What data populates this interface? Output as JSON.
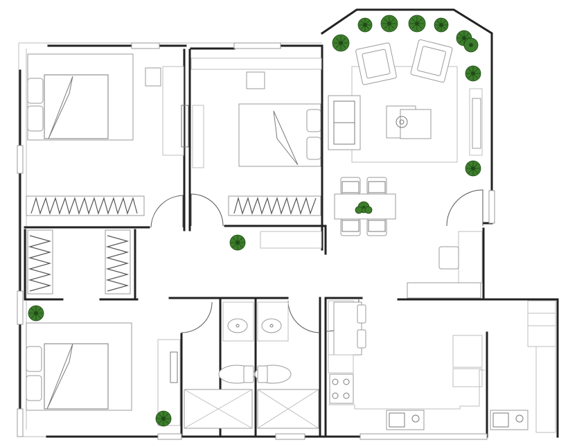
{
  "plan": {
    "colors": {
      "wall": "#222222",
      "furniture_line": "#9a9a9a",
      "plant_fill": "#3d7d2c",
      "plant_stroke": "#1e4a15",
      "background": "#ffffff"
    },
    "rooms": [
      {
        "name": "bedroom-top-left",
        "contents": [
          "double-bed",
          "desk",
          "chair"
        ]
      },
      {
        "name": "bedroom-top-middle",
        "contents": [
          "double-bed",
          "desk",
          "chair",
          "wardrobe"
        ]
      },
      {
        "name": "living-room",
        "contents": [
          "armchair",
          "armchair",
          "sofa",
          "coffee-table",
          "rug",
          "tv-unit",
          "plants"
        ]
      },
      {
        "name": "dining-area",
        "contents": [
          "dining-table",
          "chair",
          "chair",
          "chair",
          "chair",
          "centerpiece-plant"
        ]
      },
      {
        "name": "corridor",
        "contents": [
          "wardrobe",
          "wardrobe",
          "wardrobe",
          "plant"
        ]
      },
      {
        "name": "bedroom-bottom-left",
        "contents": [
          "double-bed",
          "desk",
          "plant"
        ]
      },
      {
        "name": "bathroom-left",
        "contents": [
          "sink",
          "toilet",
          "shower"
        ]
      },
      {
        "name": "bathroom-right",
        "contents": [
          "sink",
          "toilet",
          "shower"
        ]
      },
      {
        "name": "kitchen",
        "contents": [
          "stove",
          "sink",
          "counter",
          "dining-table",
          "chairs"
        ]
      },
      {
        "name": "laundry",
        "contents": [
          "sink",
          "shelves"
        ]
      }
    ],
    "icons": [
      "door-swing-icon",
      "plant-icon",
      "window-icon",
      "sink-icon",
      "toilet-icon",
      "stove-icon",
      "bed-icon",
      "chair-icon"
    ]
  }
}
